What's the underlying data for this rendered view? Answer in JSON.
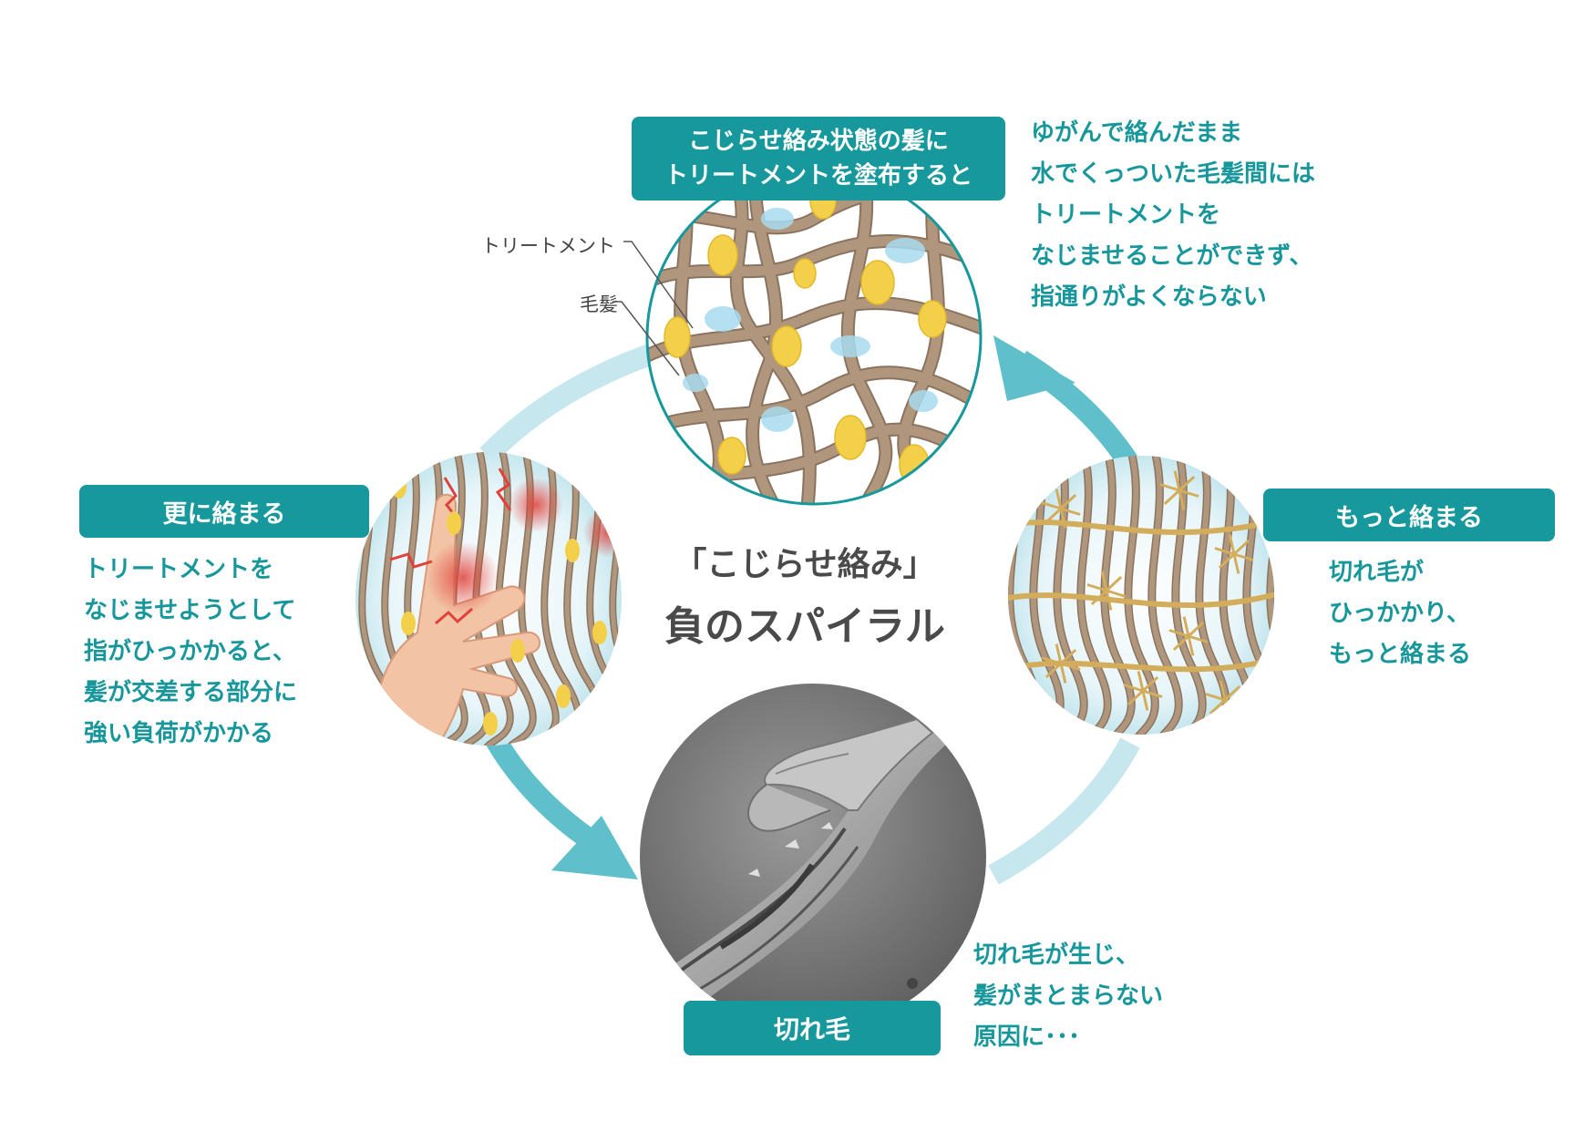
{
  "colors": {
    "teal": "#16989c",
    "arrow_light": "#c6e7ee",
    "arrow_dark": "#5fbfcb",
    "hair": "#b0967c",
    "hair_outline": "#8a7460",
    "treatment": "#f4d04a",
    "water": "#a8dbee",
    "split_hair": "#d3ad5c",
    "pain_red": "#e0413a",
    "skin": "#f2c3a4"
  },
  "center_title": {
    "line1": "「こじらせ絡み」",
    "line2": "負のスパイラル"
  },
  "stages": {
    "top": {
      "label_line1": "こじらせ絡み状態の髪に",
      "label_line2": "トリートメントを塗布すると",
      "description": [
        "ゆがんで絡んだまま",
        "水でくっついた毛髪間には",
        "トリートメントを",
        "なじませることができず、",
        "指通りがよくならない"
      ],
      "callouts": {
        "treatment": "トリートメント",
        "hair": "毛髪"
      }
    },
    "right": {
      "label": "もっと絡まる",
      "description": [
        "切れ毛が",
        "ひっかかり、",
        "もっと絡まる"
      ]
    },
    "bottom": {
      "label": "切れ毛",
      "description": [
        "切れ毛が生じ、",
        "髪がまとまらない",
        "原因に･･･"
      ]
    },
    "left": {
      "label": "更に絡まる",
      "description": [
        "トリートメントを",
        "なじませようとして",
        "指がひっかかると、",
        "髪が交差する部分に",
        "強い負荷がかかる"
      ]
    }
  }
}
